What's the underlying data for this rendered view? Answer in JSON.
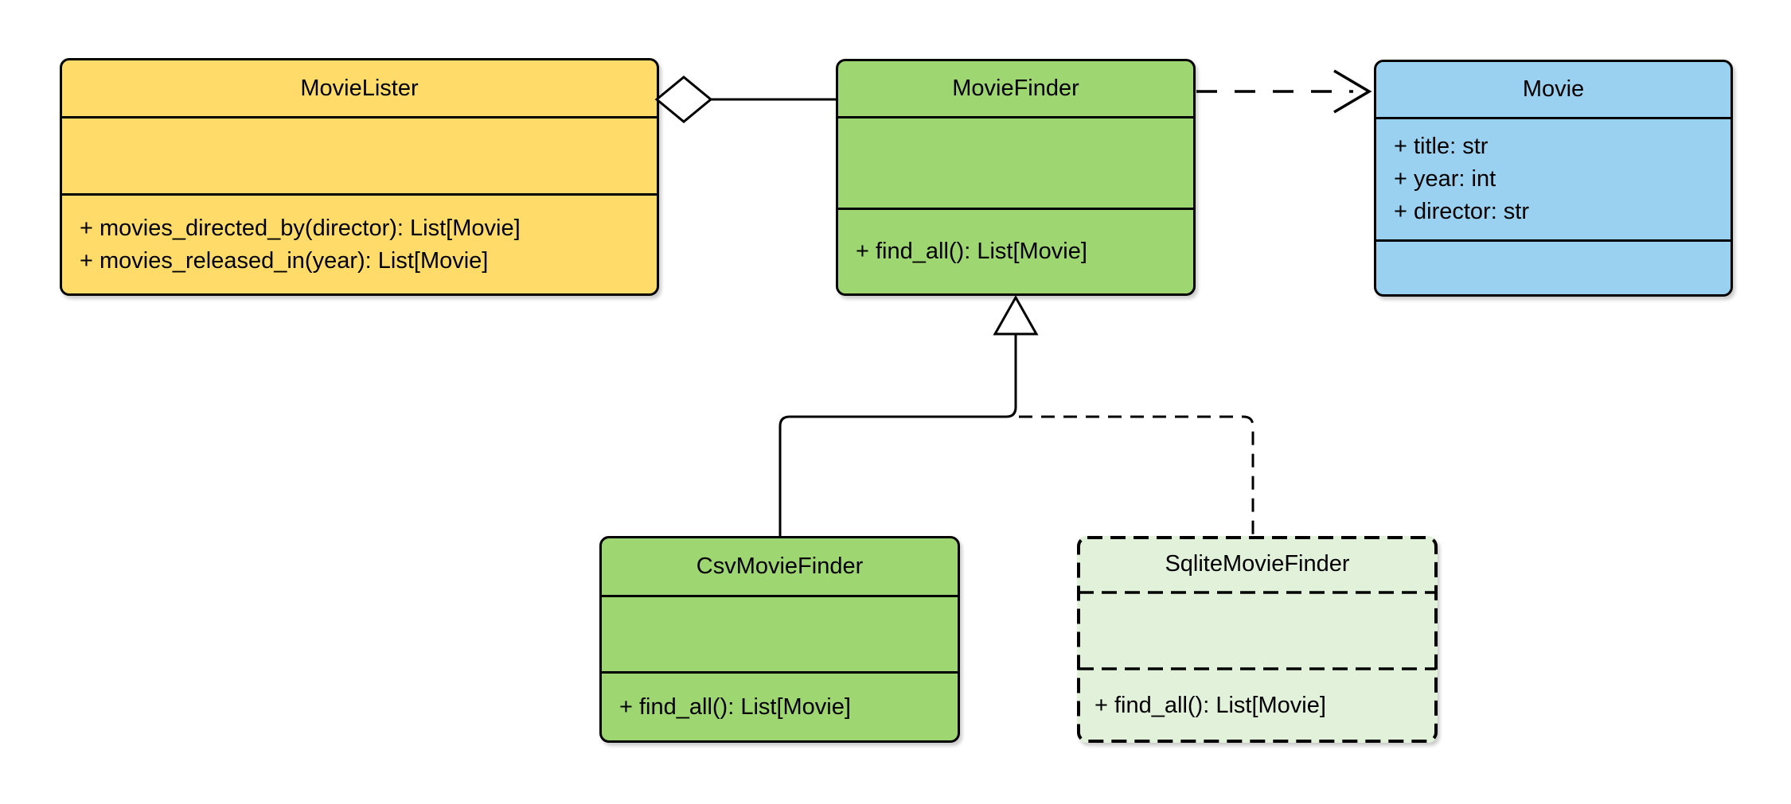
{
  "diagram_type": "uml-class-diagram",
  "classes": [
    {
      "name": "MovieLister",
      "attributes": [],
      "methods": [
        "+ movies_directed_by(director): List[Movie]",
        "+ movies_released_in(year): List[Movie]"
      ],
      "fill": "#FFDC69",
      "border_style": "solid"
    },
    {
      "name": "MovieFinder",
      "attributes": [],
      "methods": [
        "+ find_all(): List[Movie]"
      ],
      "fill": "#9ED672",
      "border_style": "solid"
    },
    {
      "name": "Movie",
      "attributes": [
        "+ title: str",
        "+ year: int",
        "+ director: str"
      ],
      "methods": [],
      "fill": "#9AD1F0",
      "border_style": "solid"
    },
    {
      "name": "CsvMovieFinder",
      "attributes": [],
      "methods": [
        "+ find_all(): List[Movie]"
      ],
      "fill": "#9ED672",
      "border_style": "solid"
    },
    {
      "name": "SqliteMovieFinder",
      "attributes": [],
      "methods": [
        "+ find_all(): List[Movie]"
      ],
      "fill": "#E2F1DA",
      "border_style": "dashed"
    }
  ],
  "relationships": [
    {
      "type": "aggregation",
      "owner": "MovieLister",
      "part": "MovieFinder",
      "marker": "hollow-diamond",
      "line": "solid"
    },
    {
      "type": "dependency",
      "from": "MovieFinder",
      "to": "Movie",
      "marker": "open-arrow",
      "line": "dashed"
    },
    {
      "type": "inheritance",
      "child": "CsvMovieFinder",
      "parent": "MovieFinder",
      "marker": "hollow-triangle",
      "line": "solid"
    },
    {
      "type": "inheritance",
      "child": "SqliteMovieFinder",
      "parent": "MovieFinder",
      "marker": "hollow-triangle",
      "line": "dashed"
    }
  ],
  "colors": {
    "yellow": "#FFDC69",
    "green": "#9ED672",
    "blue": "#9AD1F0",
    "light_green": "#E2F1DA",
    "stroke": "#000000",
    "background": "#FFFFFF"
  }
}
